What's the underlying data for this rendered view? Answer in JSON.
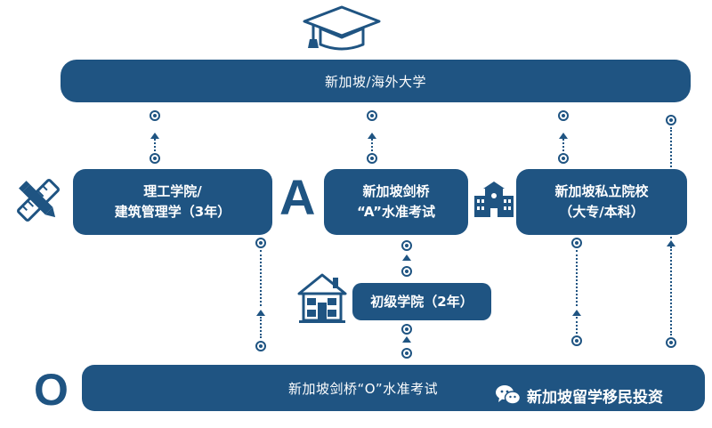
{
  "top_bar": {
    "label": "新加坡/海外大学"
  },
  "bottom_bar": {
    "label": "新加坡剑桥“O”水准考试"
  },
  "boxes": {
    "poly": {
      "line1": "理工学院/",
      "line2": "建筑管理学（3年）"
    },
    "a_level": {
      "line1": "新加坡剑桥",
      "line2": "“A”水准考试"
    },
    "private": {
      "line1": "新加坡私立院校",
      "line2": "（大专/本科）"
    },
    "junior": {
      "line1": "初级学院（2年）"
    }
  },
  "letters": {
    "a": "A",
    "o": "O"
  },
  "icons": {
    "graduation": "graduation-cap-icon",
    "tools": "ruler-pencil-icon",
    "building": "school-building-icon",
    "house": "house-icon",
    "wechat": "wechat-icon"
  },
  "watermark": {
    "text": "新加坡留学移民投资"
  },
  "colors": {
    "primary": "#1f5482",
    "background": "#ffffff"
  }
}
